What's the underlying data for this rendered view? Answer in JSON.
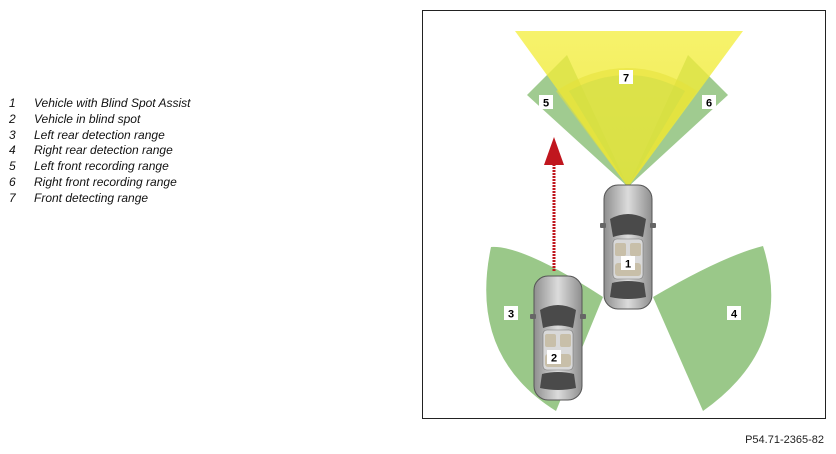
{
  "legend": {
    "items": [
      {
        "number": "1",
        "label": "Vehicle with Blind Spot Assist"
      },
      {
        "number": "2",
        "label": "Vehicle in blind spot"
      },
      {
        "number": "3",
        "label": "Left rear detection range"
      },
      {
        "number": "4",
        "label": "Right rear detection range"
      },
      {
        "number": "5",
        "label": "Left front recording range"
      },
      {
        "number": "6",
        "label": "Right front recording range"
      },
      {
        "number": "7",
        "label": "Front detecting range"
      }
    ]
  },
  "diagram": {
    "callouts": {
      "c1": "1",
      "c2": "2",
      "c3": "3",
      "c4": "4",
      "c5": "5",
      "c6": "6",
      "c7": "7"
    },
    "colors": {
      "zone_green": "#8fc27c",
      "zone_yellow": "#f4ee3a",
      "arrow": "#c0161e",
      "car_body": "#b9b9b9"
    }
  },
  "reference_code": "P54.71-2365-82"
}
